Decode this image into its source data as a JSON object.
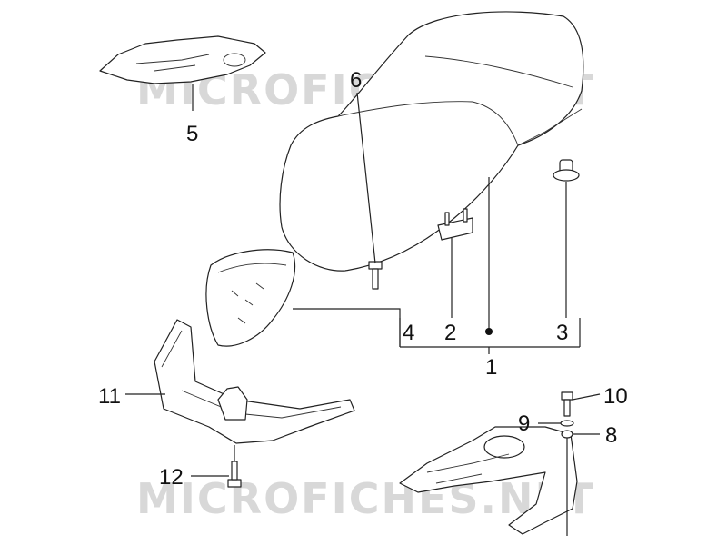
{
  "watermark": {
    "text": "MICROFICHES.NET"
  },
  "callouts": {
    "c1": "1",
    "c2": "2",
    "c3": "3",
    "c4": "4",
    "c5": "5",
    "c6": "6",
    "c7": "8",
    "c8": "9",
    "c9": "10",
    "c10": "11",
    "c11": "12"
  }
}
